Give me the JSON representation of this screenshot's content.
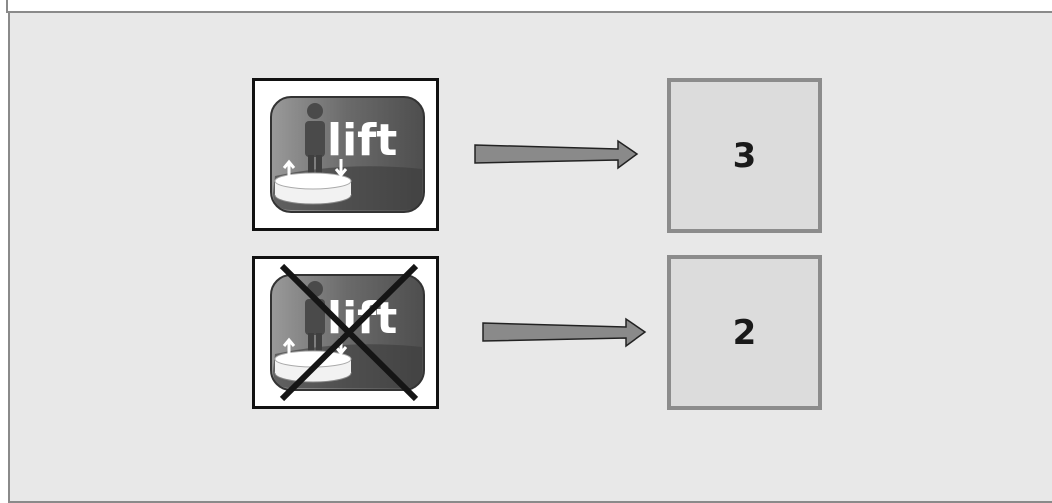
{
  "diagram": {
    "rows": [
      {
        "icon": {
          "name": "lift-icon",
          "text": "lift",
          "crossed": false
        },
        "result": "3"
      },
      {
        "icon": {
          "name": "lift-icon",
          "text": "lift",
          "crossed": true
        },
        "result": "2"
      }
    ]
  }
}
